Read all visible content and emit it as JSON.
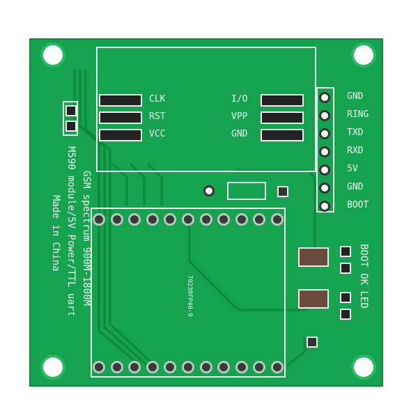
{
  "board": {
    "color": "#16a34f",
    "card_pads_left": [
      "CLK",
      "RST",
      "VCC"
    ],
    "card_pads_right": [
      "I/O",
      "VPP",
      "GND"
    ],
    "header_pins": [
      "GND",
      "RING",
      "TXD",
      "RXD",
      "5V",
      "GND",
      "BOOT"
    ],
    "side_text": [
      "GSM spectrum 900M-1800M",
      "M590 module/5V Power/TTL uart",
      "Made in China"
    ],
    "module_code": "70230FP40-9",
    "led_label": "BOOT OK LED"
  }
}
